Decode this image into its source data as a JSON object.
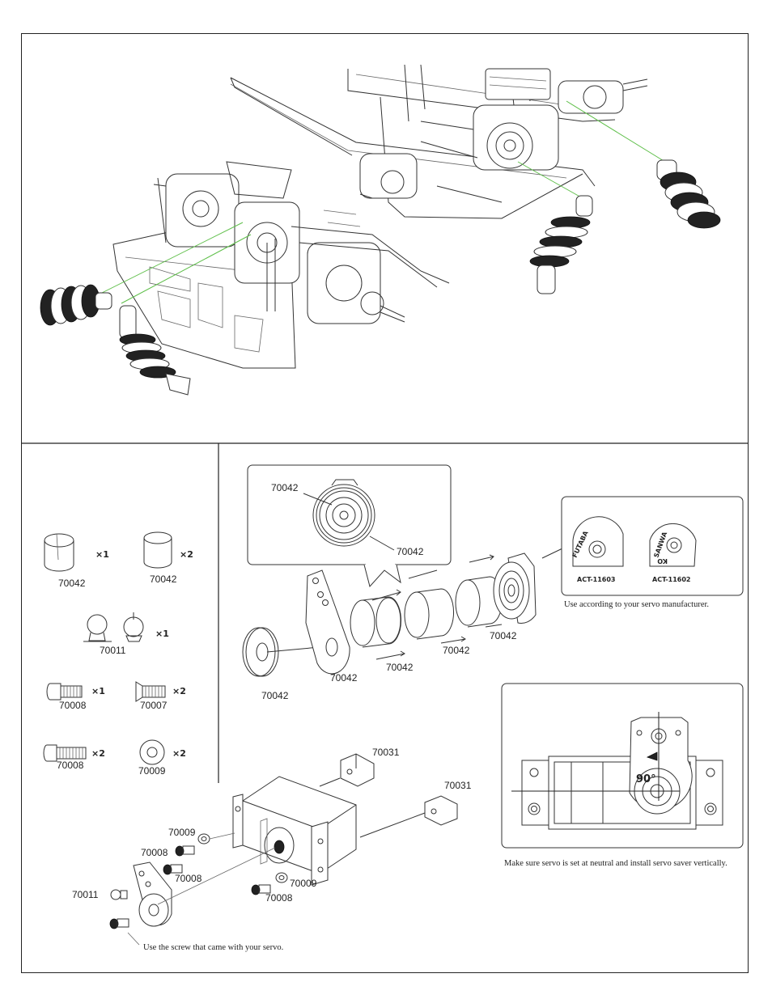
{
  "parts": {
    "p1": {
      "number": "70042",
      "qty": "×1"
    },
    "p2": {
      "number": "70042",
      "qty": "×2"
    },
    "p3": {
      "number": "70011",
      "qty": "×1"
    },
    "p4": {
      "number": "70008",
      "qty": "×1"
    },
    "p5": {
      "number": "70007",
      "qty": "×2"
    },
    "p6": {
      "number": "70008",
      "qty": "×2"
    },
    "p7": {
      "number": "70009",
      "qty": "×2"
    }
  },
  "saver": {
    "detail_label": "70042",
    "detail_label2": "70042",
    "washer": "70042",
    "arm": "70042",
    "ring1": "70042",
    "ring2": "70042",
    "ring3": "70042",
    "futaba_brand": "FUTABA",
    "futaba_code": "ACT-11603",
    "sanwa_brand": "SANWA",
    "sanwa_sub": "KO",
    "sanwa_code": "ACT-11602",
    "manufacturer_note": "Use according to your servo manufacturer."
  },
  "servo": {
    "mount_top": "70031",
    "mount_right": "70031",
    "washer_a": "70009",
    "screw_a": "70008",
    "screw_b": "70008",
    "ball": "70011",
    "washer_b": "70009",
    "screw_c": "70008",
    "screw_note": "Use the screw that came with your servo.",
    "angle": "90°",
    "neutral_note": "Make sure servo is set at neutral and install servo saver vertically."
  }
}
